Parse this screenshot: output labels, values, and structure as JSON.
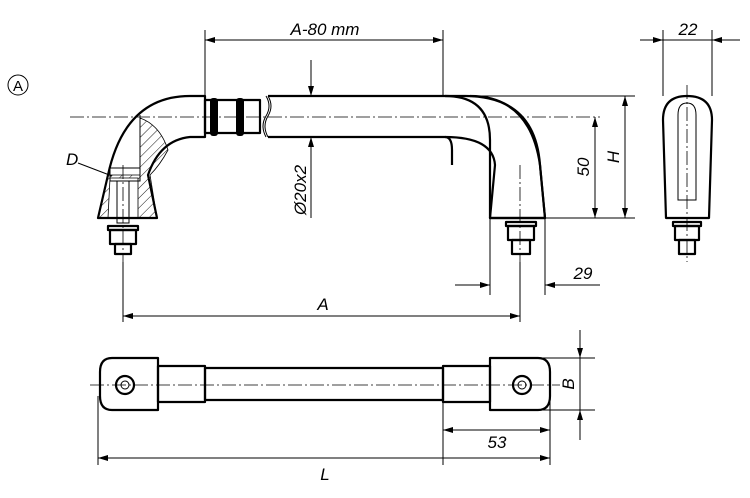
{
  "view_label": "A",
  "dimensions": {
    "a_minus_80": "A-80 mm",
    "width_22": "22",
    "thread_d": "D",
    "tube": "Ø20x2",
    "height_50": "50",
    "height_h": "H",
    "offset_29": "29",
    "span_a": "A",
    "width_b": "B",
    "end_53": "53",
    "length_l": "L"
  }
}
